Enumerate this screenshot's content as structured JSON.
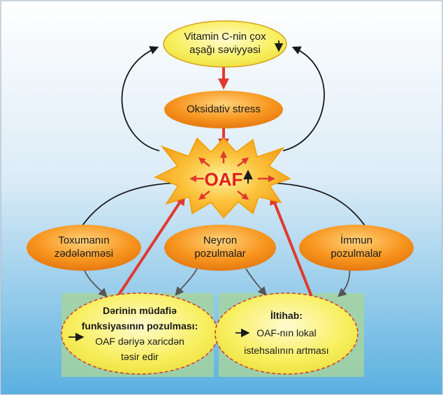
{
  "nodes": {
    "vitamin_c": {
      "line1": "Vitamin C-nin çox",
      "line2": "aşağı  səviyyəsi"
    },
    "oxidative_stress": {
      "label": "Oksidativ stress"
    },
    "oaf": {
      "label": "OAF"
    },
    "tissue_damage": {
      "line1": "Toxumanın",
      "line2": "zədələnməsi"
    },
    "neuron_disorders": {
      "line1": "Neyron",
      "line2": "pozulmalar"
    },
    "immune_disorders": {
      "line1": "İmmun",
      "line2": "pozulmalar"
    },
    "skin_defense": {
      "line1": "Dərinin müdafiə",
      "line2": "funksiyasının pozulması:",
      "line3": "OAF dəriyə xaricdən",
      "line4": "təsir edir"
    },
    "inflammation": {
      "line1": "İltihab:",
      "line2": "OAF-nın lokal",
      "line3": "istehsalının artması"
    }
  },
  "colors": {
    "background_top": "#ffffff",
    "background_bottom": "#5ab0e0",
    "orange_node": "#f7941d",
    "yellow_node": "#f5ec4f",
    "green_box": "#a6d49f",
    "red_arrow": "#e03a2f",
    "starburst": "#f7a21b"
  }
}
